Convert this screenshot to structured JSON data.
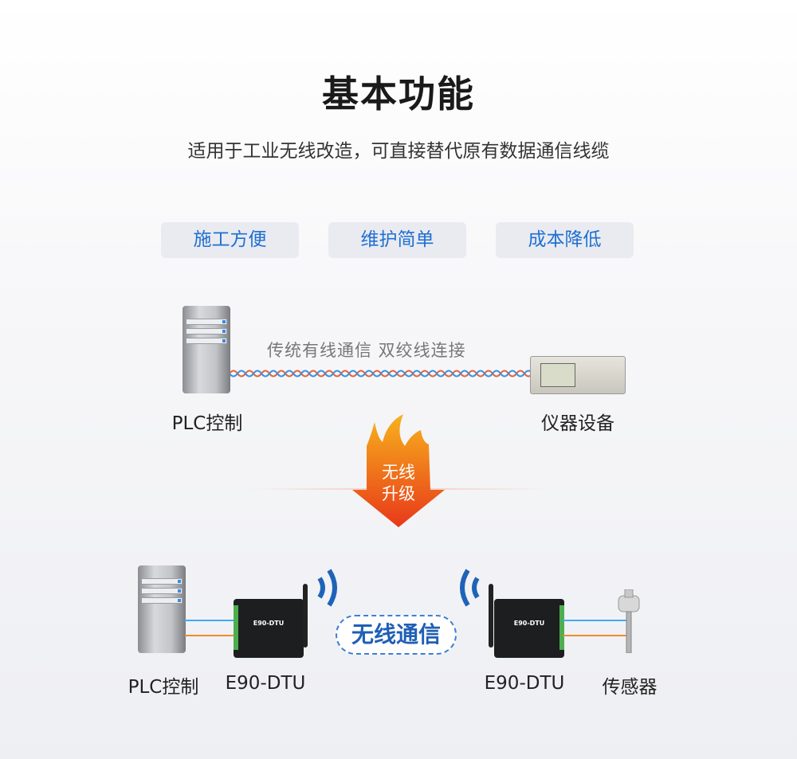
{
  "header": {
    "title": "基本功能",
    "subtitle": "适用于工业无线改造，可直接替代原有数据通信线缆"
  },
  "features": [
    "施工方便",
    "维护简单",
    "成本降低"
  ],
  "wired": {
    "left_label": "PLC控制",
    "right_label": "仪器设备",
    "cable_text": "传统有线通信  双绞线连接"
  },
  "upgrade": {
    "line1": "无线",
    "line2": "升级"
  },
  "wireless": {
    "plc_label": "PLC控制",
    "dtu_left_label": "E90-DTU",
    "dtu_right_label": "E90-DTU",
    "sensor_label": "传感器",
    "badge": "无线通信",
    "dtu_brand": "E90-DTU"
  },
  "colors": {
    "accent_blue": "#1f6fd1",
    "arrow_orange": "#f5a21b",
    "arrow_red": "#e8401c",
    "line_blue": "#3fa9f5",
    "line_orange": "#f08c2a"
  }
}
